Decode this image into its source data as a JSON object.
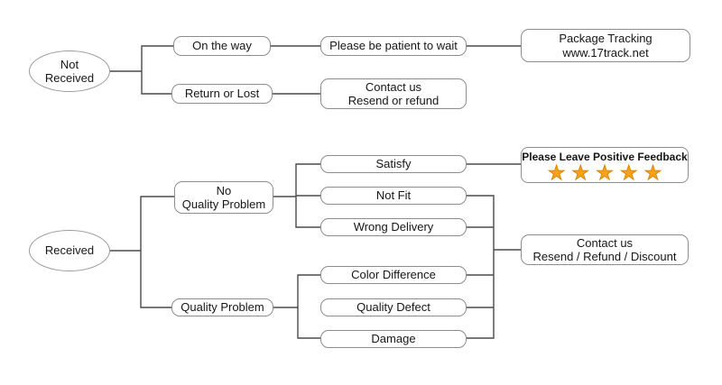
{
  "diagram": {
    "type": "flowchart",
    "topic": "Order received / not received customer service flow"
  },
  "nodes": {
    "not_received": "Not\nReceived",
    "on_the_way": "On the way",
    "please_be_patient": "Please be patient to wait",
    "package_tracking": "Package Tracking\nwww.17track.net",
    "return_or_lost": "Return or Lost",
    "contact_us_resend_refund": "Contact us\nResend or refund",
    "received": "Received",
    "no_quality_problem": "No\nQuality Problem",
    "quality_problem": "Quality Problem",
    "satisfy": "Satisfy",
    "not_fit": "Not Fit",
    "wrong_delivery": "Wrong Delivery",
    "color_difference": "Color Difference",
    "quality_defect": "Quality Defect",
    "damage": "Damage",
    "positive_feedback_label": "Please Leave Positive Feedback",
    "contact_us_discount": "Contact us\nResend / Refund / Discount"
  },
  "feedback": {
    "star_count": 5,
    "stars": "★★★★★"
  },
  "colors": {
    "background": "#ffffff",
    "box_border": "#8d8d8d",
    "connector_line": "#4a4a4a",
    "text": "#161616",
    "star_fill": "#f9a11c",
    "star_outline": "#d98a00"
  }
}
